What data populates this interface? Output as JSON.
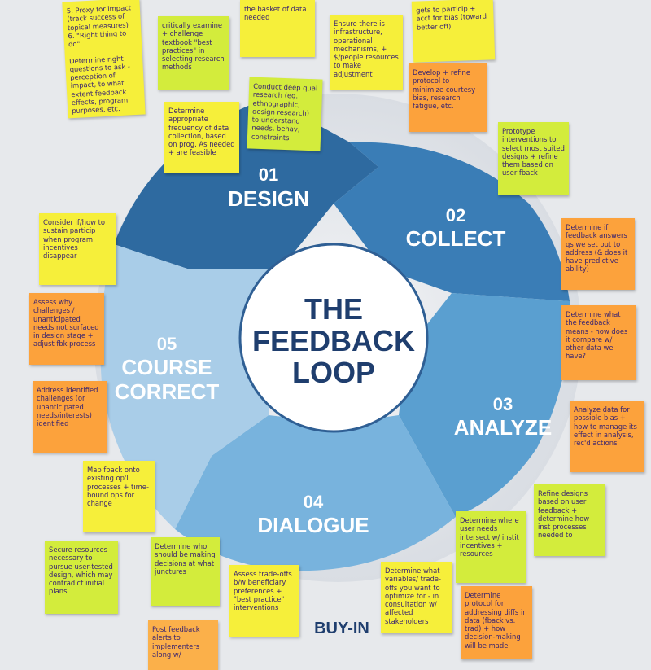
{
  "center": {
    "line1": "THE",
    "line2": "FEEDBACK",
    "line3": "LOOP"
  },
  "stages": [
    {
      "num": "01",
      "label": "DESIGN"
    },
    {
      "num": "02",
      "label": "COLLECT"
    },
    {
      "num": "03",
      "label": "ANALYZE"
    },
    {
      "num": "04",
      "label": "DIALOGUE"
    },
    {
      "num": "05",
      "label": "COURSE",
      "label2": "CORRECT"
    }
  ],
  "buyin": "BUY-IN",
  "notes": [
    {
      "id": "n1",
      "color": "yellow",
      "text": "5. Proxy for impact (track success of topical measures)\n6. \"Right thing to do\"\n\nDetermine right questions to ask - perception of impact, to what extent feedback effects, program purposes, etc."
    },
    {
      "id": "n2",
      "color": "lime",
      "text": "critically examine + challenge textbook \"best practices\" in selecting research methods"
    },
    {
      "id": "n3",
      "color": "yellow",
      "text": "the basket of data needed"
    },
    {
      "id": "n4",
      "color": "yellow",
      "text": "Ensure there is infrastructure, operational mechanisms, + $/people resources to make adjustment"
    },
    {
      "id": "n5",
      "color": "yellow",
      "text": "gets to particip + acct for bias (toward better off)"
    },
    {
      "id": "n6",
      "color": "orange",
      "text": "Develop + refine protocol to minimize courtesy bias, research fatigue, etc."
    },
    {
      "id": "n7",
      "color": "lime",
      "text": "Conduct deep qual research (eg. ethnographic, design research) to understand needs, behav, constraints"
    },
    {
      "id": "n8",
      "color": "yellow",
      "text": "Determine appropriate frequency of data collection, based on prog. As needed + are feasible"
    },
    {
      "id": "n9",
      "color": "lime",
      "text": "Prototype interventions to select most suited designs + refine them based on user fback"
    },
    {
      "id": "n10",
      "color": "orange",
      "text": "Determine if feedback answers qs we set out to address (& does it have predictive ability)"
    },
    {
      "id": "n11",
      "color": "yellow",
      "text": "Consider if/how to sustain particip when program incentives disappear"
    },
    {
      "id": "n12",
      "color": "orange",
      "text": "Assess why challenges / unanticipated needs not surfaced in design stage + adjust fbk process"
    },
    {
      "id": "n13",
      "color": "orange",
      "text": "Determine what the feedback means - how does it compare w/ other data we have?"
    },
    {
      "id": "n14",
      "color": "orange",
      "text": "Address identified challenges (or unanticipated needs/interests) identified"
    },
    {
      "id": "n15",
      "color": "orange",
      "text": "Analyze data for possible bias + how to manage its effect in analysis, rec'd actions"
    },
    {
      "id": "n16",
      "color": "yellow",
      "text": "Map fback onto existing op'l processes + time-bound ops for change"
    },
    {
      "id": "n17",
      "color": "lime",
      "text": "Refine designs based on user feedback + determine how inst processes needed to"
    },
    {
      "id": "n18",
      "color": "lime",
      "text": "Determine where user needs intersect w/ instit incentives + resources"
    },
    {
      "id": "n19",
      "color": "lime",
      "text": "Secure resources necessary to pursue user-tested design, which may contradict initial plans"
    },
    {
      "id": "n20",
      "color": "lime",
      "text": "Determine who should be making decisions at what junctures"
    },
    {
      "id": "n21",
      "color": "yellow",
      "text": "Assess trade-offs b/w beneficiary preferences + \"best practice\" interventions"
    },
    {
      "id": "n22",
      "color": "yellow",
      "text": "Determine what variables/ trade-offs you want to optimize for - in consultation w/ affected stakeholders"
    },
    {
      "id": "n23",
      "color": "orange",
      "text": "Determine protocol for addressing diffs in data (fback vs. trad) + how decision-making will be made"
    },
    {
      "id": "n24",
      "color": "peach",
      "text": "Post feedback alerts to implementers along w/"
    }
  ]
}
